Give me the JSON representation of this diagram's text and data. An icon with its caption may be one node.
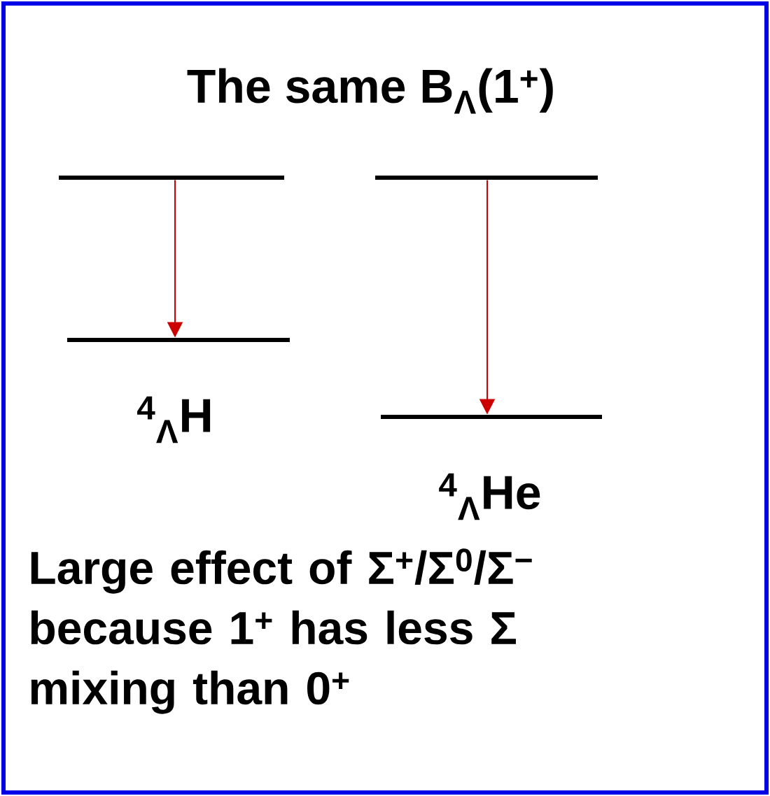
{
  "diagram": {
    "title": "The same B$_{Λ}$(1$^{+}$)",
    "nodes": [
      {
        "text": [],
        "shape": "bar"
      },
      {
        "text": [],
        "shape": "bar",
        "beside": [
          "$^{4}$$_{Λ}$H"
        ]
      },
      {
        "text": [],
        "shape": "bar"
      },
      {
        "text": [],
        "shape": "bar",
        "beside": [
          "$^{4}$$_{Λ}$He"
        ]
      }
    ],
    "edges": [
      {
        "from": 0,
        "to": 1,
        "arrow": "to",
        "color": "#cc0000"
      },
      {
        "from": 2,
        "to": 3,
        "arrow": "to",
        "color": "#cc0000"
      }
    ],
    "labels": [
      "Large effect of Σ$^{+}$/Σ$^{0}$/Σ$^{−}$ because 1$^{+}$ has less Σ mixing than 0$^{+}$"
    ]
  }
}
